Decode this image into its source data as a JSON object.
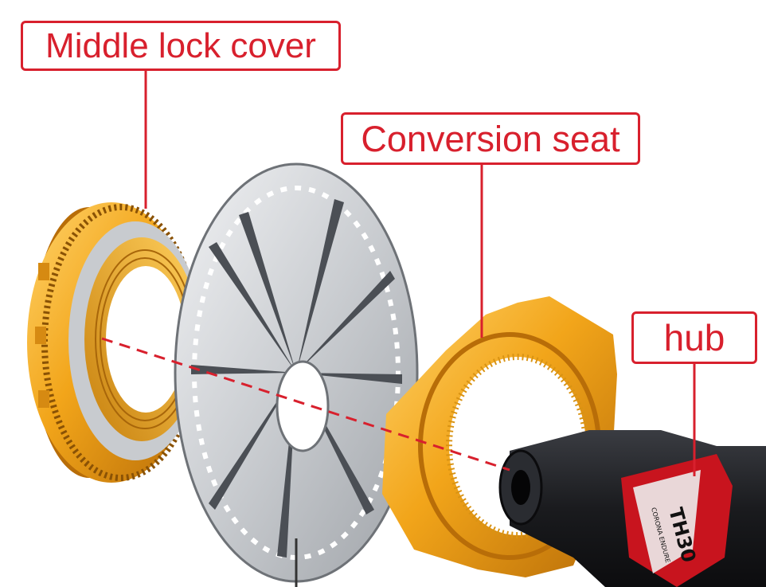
{
  "labels": {
    "middle_lock_cover": "Middle lock cover",
    "conversion_seat": "Conversion seat",
    "hub": "hub"
  },
  "hub_branding": {
    "brand": "TH30",
    "sub": "CORONA ENDURE"
  },
  "colors": {
    "label_red": "#d8202d",
    "anodized_gold": "#f2a51a",
    "gold_shadow": "#b86d08",
    "rotor_steel": "#c9ccd0",
    "hub_black": "#1a1b1e",
    "hub_red": "#c8141e"
  }
}
